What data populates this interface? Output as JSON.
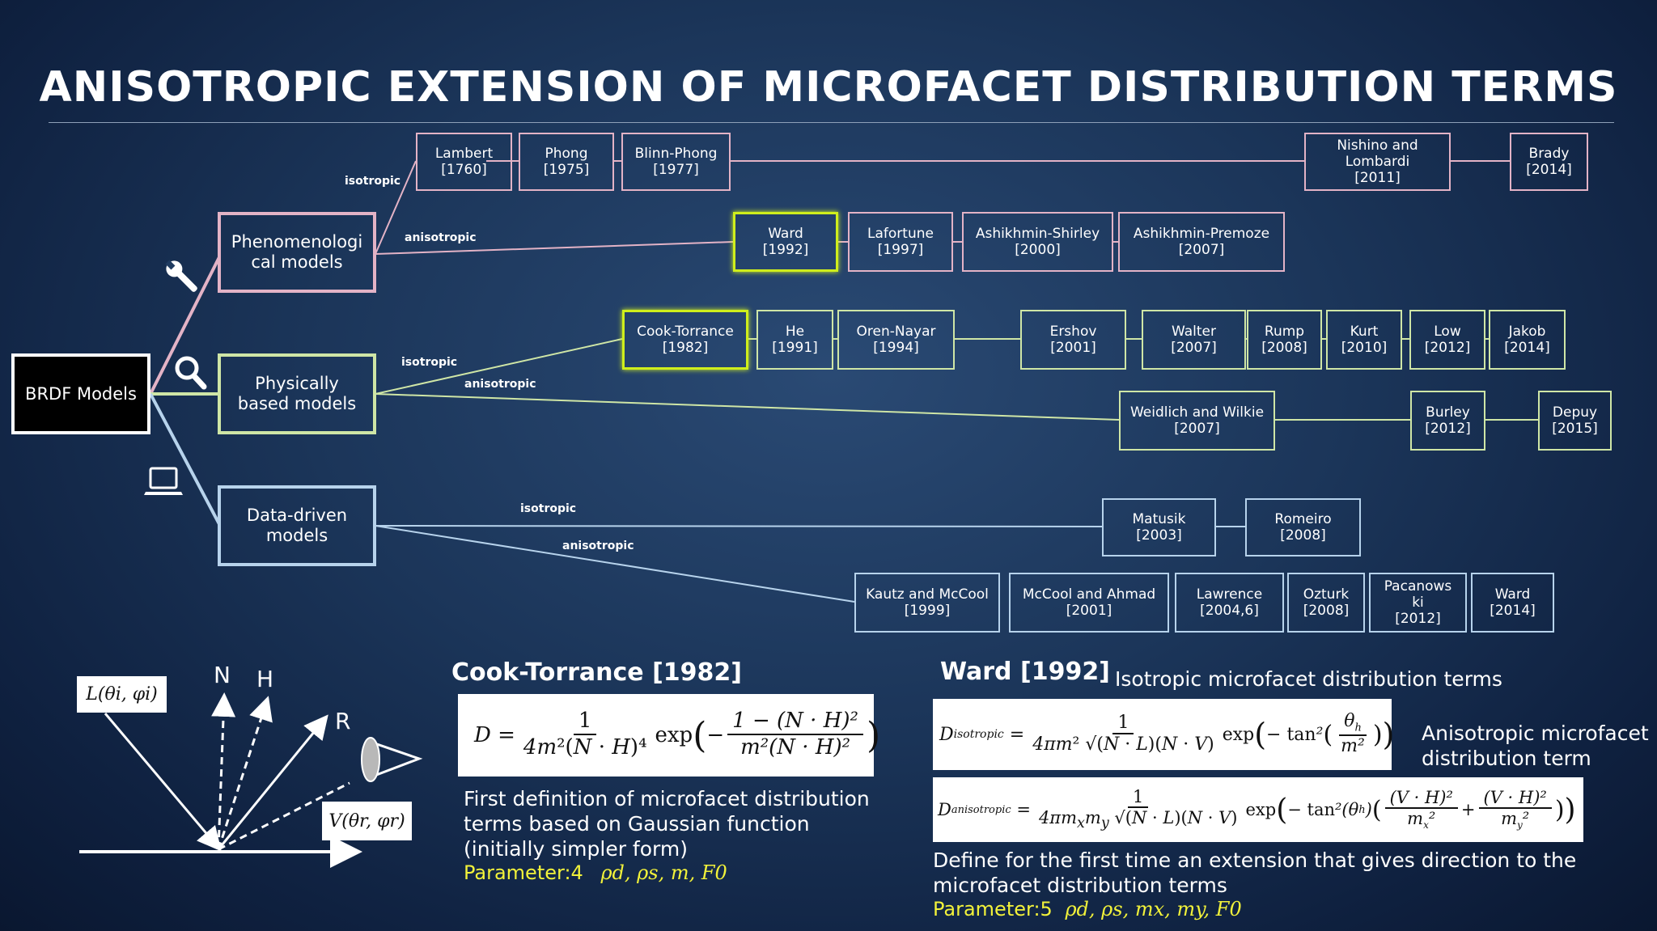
{
  "title": "ANISOTROPIC EXTENSION OF MICROFACET DISTRIBUTION TERMS",
  "root": "BRDF Models",
  "categories": {
    "phenomenological": {
      "line1": "Phenomenologi",
      "line2": "cal models"
    },
    "physical": {
      "line1": "Physically",
      "line2": "based models"
    },
    "data": {
      "line1": "Data-driven",
      "line2": "models"
    }
  },
  "edge_labels": {
    "phen_iso": "isotropic",
    "phen_aniso": "anisotropic",
    "phys_iso": "isotropic",
    "phys_aniso": "anisotropic",
    "data_iso": "isotropic",
    "data_aniso": "anisotropic"
  },
  "icons": [
    "wrench-icon",
    "magnifier-icon",
    "laptop-icon"
  ],
  "models": {
    "lambert": {
      "name": "Lambert",
      "year": "[1760]"
    },
    "phong": {
      "name": "Phong",
      "year": "[1975]"
    },
    "blinn": {
      "name": "Blinn-Phong",
      "year": "[1977]"
    },
    "nishino": {
      "name": "Nishino and Lombardi",
      "year": "[2011]"
    },
    "brady": {
      "name": "Brady",
      "year": "[2014]"
    },
    "ward1992": {
      "name": "Ward",
      "year": "[1992]"
    },
    "lafortune": {
      "name": "Lafortune",
      "year": "[1997]"
    },
    "ashshirley": {
      "name": "Ashikhmin-Shirley",
      "year": "[2000]"
    },
    "ashpremoze": {
      "name": "Ashikhmin-Premoze",
      "year": "[2007]"
    },
    "cook": {
      "name": "Cook-Torrance",
      "year": "[1982]"
    },
    "he": {
      "name": "He",
      "year": "[1991]"
    },
    "oren": {
      "name": "Oren-Nayar",
      "year": "[1994]"
    },
    "ershov": {
      "name": "Ershov",
      "year": "[2001]"
    },
    "walter": {
      "name": "Walter",
      "year": "[2007]"
    },
    "rump": {
      "name": "Rump",
      "year": "[2008]"
    },
    "kurt": {
      "name": "Kurt",
      "year": "[2010]"
    },
    "low": {
      "name": "Low",
      "year": "[2012]"
    },
    "jakob": {
      "name": "Jakob",
      "year": "[2014]"
    },
    "weidlich": {
      "name": "Weidlich and Wilkie",
      "year": "[2007]"
    },
    "burley": {
      "name": "Burley",
      "year": "[2012]"
    },
    "depuy": {
      "name": "Depuy",
      "year": "[2015]"
    },
    "matusik": {
      "name": "Matusik",
      "year": "[2003]"
    },
    "romeiro": {
      "name": "Romeiro",
      "year": "[2008]"
    },
    "kautz": {
      "name": "Kautz and McCool",
      "year": "[1999]"
    },
    "mccool": {
      "name": "McCool and Ahmad",
      "year": "[2001]"
    },
    "lawrence": {
      "name": "Lawrence",
      "year": "[2004,6]"
    },
    "ozturk": {
      "name": "Ozturk",
      "year": "[2008]"
    },
    "pacanowski": {
      "name1": "Pacanows",
      "name2": "ki",
      "year": "[2012]"
    },
    "ward2014": {
      "name": "Ward",
      "year": "[2014]"
    }
  },
  "diagram_labels": {
    "light": "L(θi, φi)",
    "view": "V(θr, φr)",
    "N": "N",
    "H": "H",
    "R": "R"
  },
  "cook_section": {
    "heading": "Cook-Torrance [1982]",
    "text_lines": [
      "First definition of microfacet distribution",
      "terms based on Gaussian function",
      "(initially simpler form)"
    ],
    "param_label": "Parameter:4",
    "param_symbols": "ρd, ρs, m, F0"
  },
  "ward_section": {
    "heading": "Ward [1992]",
    "iso_caption": "Isotropic microfacet distribution terms",
    "aniso_caption_lines": [
      "Anisotropic microfacet",
      "distribution term"
    ],
    "text_lines": [
      "Define for the first time an extension that gives direction to the",
      "microfacet distribution terms"
    ],
    "param_label": "Parameter:5",
    "param_symbols": "ρd, ρs, mx, my, F0"
  }
}
